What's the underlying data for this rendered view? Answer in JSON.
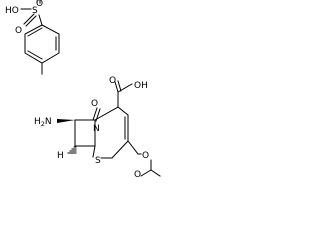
{
  "image": {
    "background": "#ffffff",
    "bond_color": "#000000"
  },
  "tosylate": {
    "hydroxyl": "HO",
    "sulfur": "S",
    "oxygen_top": "O",
    "oxygen_left": "O"
  },
  "cephalosporin": {
    "oxo": "O",
    "carboxyl": "OH",
    "amine_prefix": "H",
    "amine_subscript": "2",
    "amine_atom": "N",
    "ring_nitrogen": "N",
    "stereo_hydrogen": "H",
    "ring_sulfur": "S",
    "ester_oxygen": "O",
    "acetyl_oxygen": "O"
  }
}
